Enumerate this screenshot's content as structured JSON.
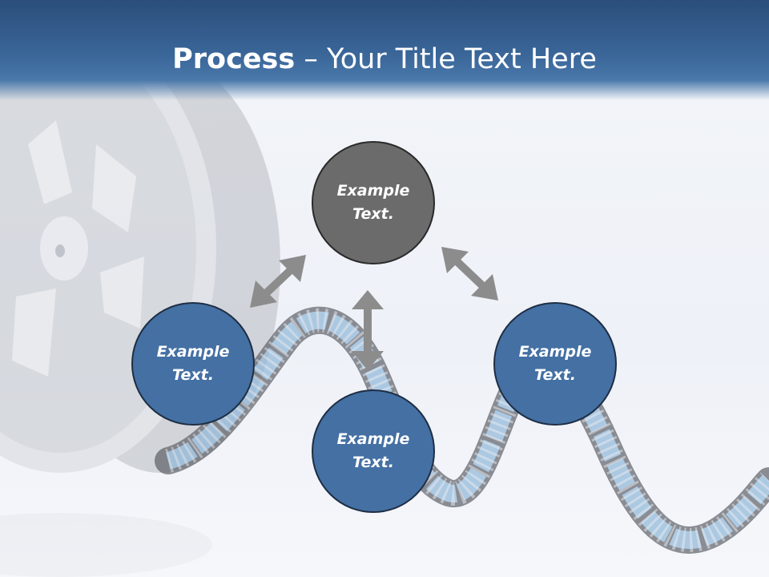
{
  "header": {
    "title_bold": "Process",
    "title_rest": " – Your Title Text Here"
  },
  "colors": {
    "header_blue": "#3a6699",
    "node_blue": "#4470a3",
    "node_grey": "#6b6b6b",
    "arrow_grey": "#8c8c8c"
  },
  "nodes": [
    {
      "label": "Example Text."
    },
    {
      "label": "Example Text."
    },
    {
      "label": "Example Text."
    },
    {
      "label": "Example Text."
    }
  ],
  "arrows": [
    "double-arrow-icon",
    "double-arrow-icon",
    "double-arrow-icon"
  ],
  "decor": [
    "film-reel-icon",
    "film-strip-icon"
  ]
}
